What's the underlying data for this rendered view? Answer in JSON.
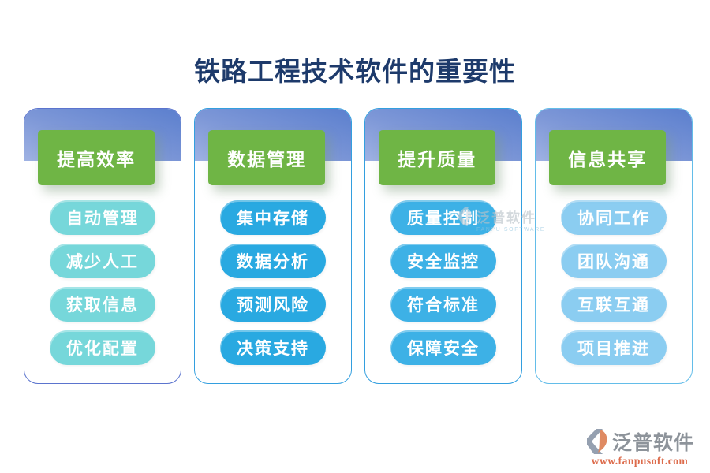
{
  "title": "铁路工程技术软件的重要性",
  "columns": [
    {
      "header": "提高效率",
      "items": [
        "自动管理",
        "减少人工",
        "获取信息",
        "优化配置"
      ],
      "pill_color": "#76d7da",
      "border_color": "#5b74ce"
    },
    {
      "header": "数据管理",
      "items": [
        "集中存储",
        "数据分析",
        "预测风险",
        "决策支持"
      ],
      "pill_color": "#29a9e1",
      "border_color": "#339fdf"
    },
    {
      "header": "提升质量",
      "items": [
        "质量控制",
        "安全监控",
        "符合标准",
        "保障安全"
      ],
      "pill_color": "#3db1e6",
      "border_color": "#339fdf"
    },
    {
      "header": "信息共享",
      "items": [
        "协同工作",
        "团队沟通",
        "互联互通",
        "项目推进"
      ],
      "pill_color": "#8bcdf1",
      "border_color": "#63bde9"
    }
  ],
  "colors": {
    "title_navy": "#1d3a6b",
    "header_green": "#6fb545",
    "band_gradient_light": "#9fb2e3",
    "band_gradient_dark": "#5b7fce",
    "footer_brand_gray": "#8d939a",
    "footer_url_orange": "#dd6c4c"
  },
  "watermark": {
    "text": "泛普软件",
    "subtext": "FANPU SOFTWARE"
  },
  "footer": {
    "brand": "泛普软件",
    "url": "www.fanpusoft.com"
  }
}
